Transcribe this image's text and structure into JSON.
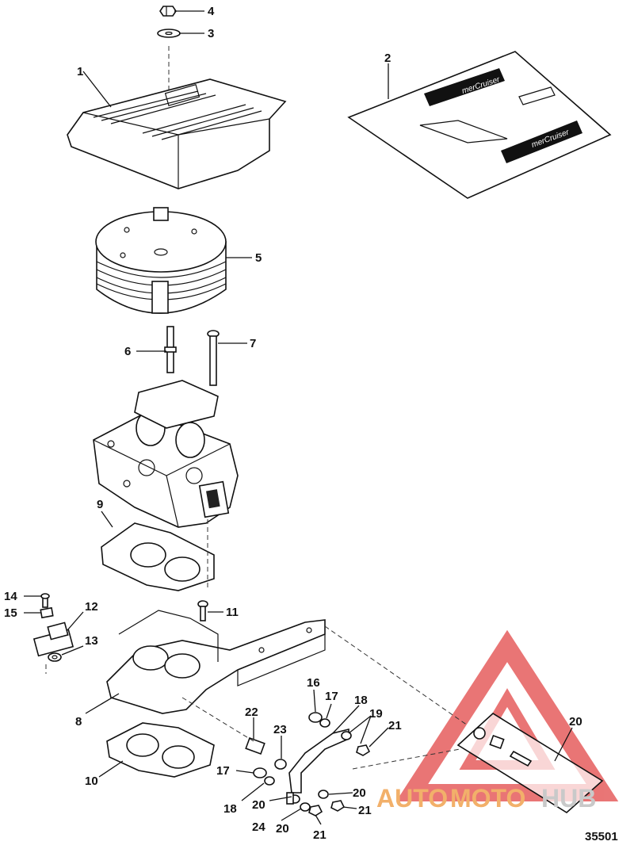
{
  "diagram": {
    "drawing_number": "35501",
    "callouts": [
      "1",
      "2",
      "3",
      "4",
      "5",
      "6",
      "7",
      "8",
      "9",
      "10",
      "11",
      "12",
      "13",
      "14",
      "15",
      "16",
      "17",
      "17",
      "18",
      "18",
      "19",
      "20",
      "20",
      "20",
      "20",
      "21",
      "21",
      "21",
      "22",
      "23",
      "24"
    ],
    "decal_logo_text": "merCruiser",
    "watermark": {
      "text_auto": "AUTO",
      "text_moto": "MOTO",
      "text_hub": "HUB",
      "color_auto": "#f2b06a",
      "color_moto": "#f2b06a",
      "color_hub": "#c9c9c9",
      "triangle_color": "#e24848"
    }
  }
}
